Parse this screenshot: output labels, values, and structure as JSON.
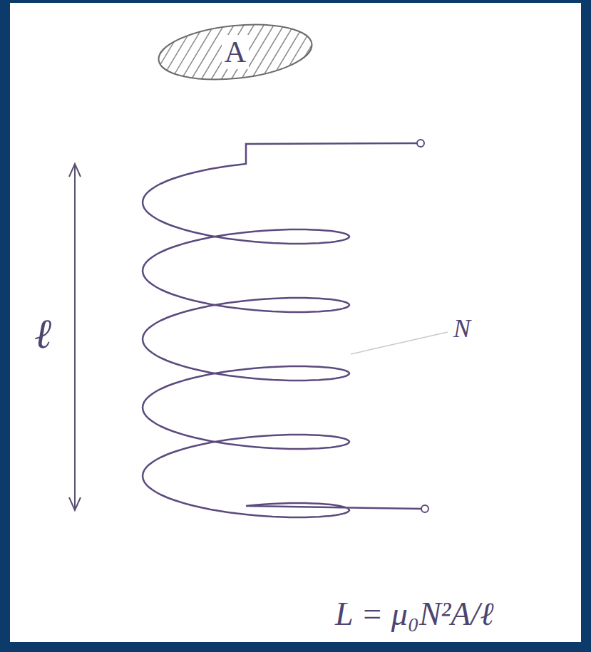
{
  "diagram": {
    "nodes": [
      {
        "text": [
          "A"
        ]
      }
    ],
    "labels": [
      "ℓ",
      "N",
      "L = μ₀N²A/ℓ"
    ]
  }
}
